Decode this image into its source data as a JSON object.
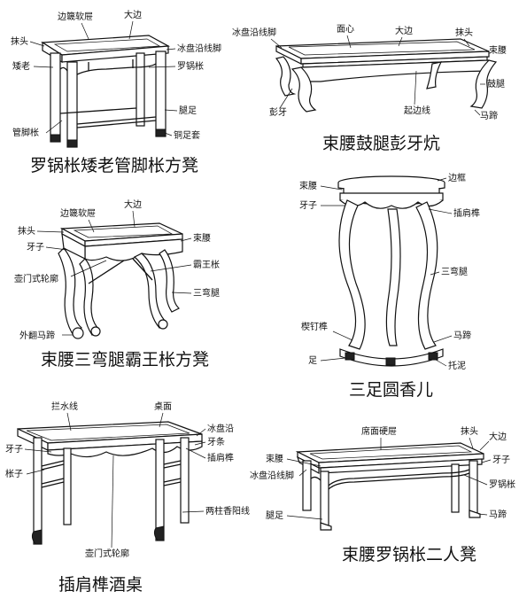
{
  "panels": [
    {
      "caption": "罗锅枨矮老管脚枨方凳",
      "labels": {
        "tengruan": "边簚软屉",
        "dabian": "大边",
        "motou": "抹头",
        "binpan": "冰盘沿线脚",
        "ailao": "矮老",
        "luoguo": "罗锅枨",
        "tuizu": "腿足",
        "guanjiao": "管脚枨",
        "tongzu": "铜足套"
      }
    },
    {
      "caption": "束腰鼓腿彭牙炕",
      "labels": {
        "binpan": "冰盘沿线脚",
        "mianxin": "面心",
        "dabian": "大边",
        "motou": "抹头",
        "shuyao": "束腰",
        "gutui": "鼓腿",
        "pengya": "彭牙",
        "qibian": "起边线",
        "mati": "马蹄"
      }
    },
    {
      "caption": "束腰三弯腿霸王枨方凳",
      "labels": {
        "tengruan": "边簚软屉",
        "dabian": "大边",
        "motou": "抹头",
        "yazi": "牙子",
        "shuyao": "束腰",
        "hulun": "壶门式轮廓",
        "bawang": "霸王枨",
        "sanwan": "三弯腿",
        "waifan": "外翻马蹄"
      }
    },
    {
      "caption": "三足圆香儿",
      "labels": {
        "shuyao": "束腰",
        "biankuang": "边框",
        "yazi": "牙子",
        "chajian": "插肩榫",
        "sanwan": "三弯腿",
        "xiedingsun": "楔钉榫",
        "mati": "马蹄",
        "zu": "足",
        "tuoni": "托泥"
      }
    },
    {
      "caption": "插肩榫酒桌",
      "labels": {
        "lanshui": "拦水线",
        "zhuomian": "桌面",
        "binpanyan": "冰盘沿",
        "yazi": "牙子",
        "yatiao": "牙条",
        "chajian": "插肩榫",
        "chengzi": "枨子",
        "liangzhu": "两柱香阳线",
        "hulun": "壶门式轮廓"
      }
    },
    {
      "caption": "束腰罗锅枨二人凳",
      "labels": {
        "ximian": "席面硬屉",
        "motou": "抹头",
        "dabian": "大边",
        "shuyao": "束腰",
        "yazi": "牙子",
        "binpan": "冰盘沿线脚",
        "luoguo": "罗锅枨",
        "tuizu": "腿足",
        "mati": "马蹄"
      }
    }
  ]
}
